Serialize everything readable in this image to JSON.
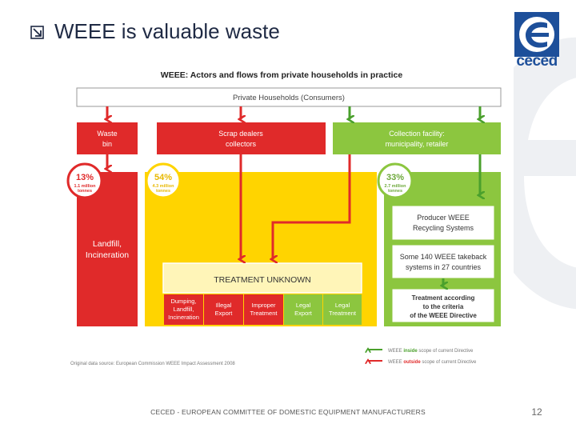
{
  "slide": {
    "title": "WEEE is valuable waste",
    "footer": "CECED - EUROPEAN COMMITTEE OF DOMESTIC EQUIPMENT MANUFACTURERS",
    "page_number": "12",
    "logo_text": "ceced"
  },
  "diagram": {
    "heading": "WEEE: Actors and flows from private households in practice",
    "households": "Private Households (Consumers)",
    "actors": [
      {
        "line1": "Waste",
        "line2": "bin"
      },
      {
        "line1": "Scrap dealers",
        "line2": "collectors"
      },
      {
        "line1": "Collection facility:",
        "line2": "municipality, retailer"
      }
    ],
    "badges": [
      {
        "pct": "13%",
        "line1": "1.1 million",
        "line2": "tonnes"
      },
      {
        "pct": "54%",
        "line1": "4.3 million",
        "line2": "tonnes"
      },
      {
        "pct": "33%",
        "line1": "2.7 million",
        "line2": "tonnes"
      }
    ],
    "landfill": {
      "line1": "Landfill,",
      "line2": "Incineration"
    },
    "treatment_unknown": "TREATMENT UNKNOWN",
    "outcomes": [
      {
        "line1": "Dumping,",
        "line2": "Landfill,",
        "line3": "Incineration"
      },
      {
        "line1": "Illegal",
        "line2": "Export"
      },
      {
        "line1": "Improper",
        "line2": "Treatment"
      },
      {
        "line1": "Legal",
        "line2": "Export"
      },
      {
        "line1": "Legal",
        "line2": "Treatment"
      }
    ],
    "producer_box": {
      "line1": "Producer WEEE",
      "line2": "Recycling Systems"
    },
    "systems_box": {
      "line1": "Some 140 WEEE takeback",
      "line2": "systems in 27 countries"
    },
    "criteria_box": {
      "line1": "Treatment according",
      "line2": "to the criteria",
      "line3": "of the WEEE Directive"
    },
    "source": "Original data source: European Commission WEEE Impact Assessment 2008",
    "legend": {
      "inside": {
        "prefix": "WEEE ",
        "key": "inside",
        "suffix": " scope of current Directive"
      },
      "outside": {
        "prefix": "WEEE ",
        "key": "outside",
        "suffix": " scope of current Directive"
      }
    }
  },
  "colors": {
    "red": "#e02a2a",
    "yellow": "#ffd400",
    "green": "#8cc63f",
    "dark_green": "#4aa02c",
    "title": "#1f2a44",
    "logo_blue": "#1d4f9a"
  },
  "icons": {
    "bullet": "boxed-arrow-icon",
    "logo": "ceced-logo-icon",
    "watermark": "ceced-e-watermark"
  }
}
